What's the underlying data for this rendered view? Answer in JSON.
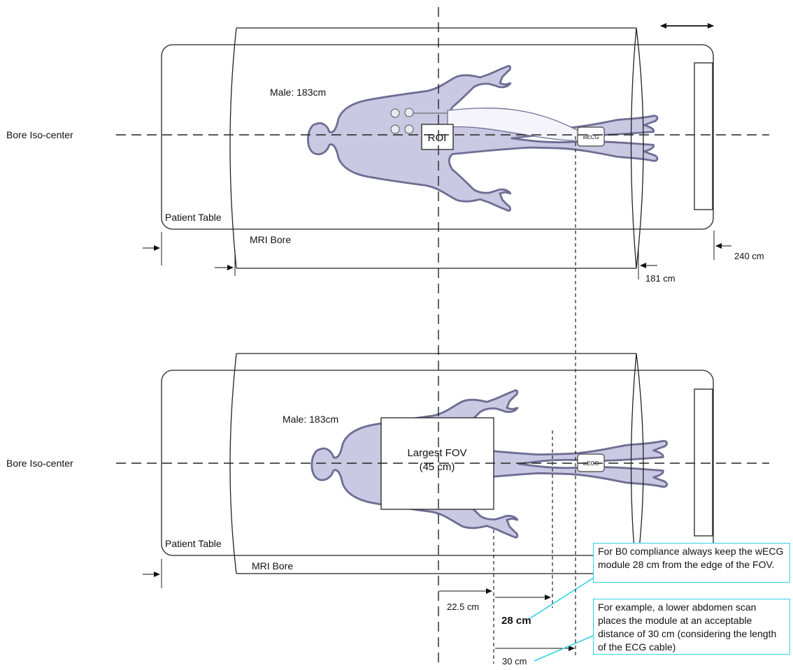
{
  "top_panel": {
    "iso_label": "Bore Iso-center",
    "table_label": "Patient Table",
    "bore_label": "MRI Bore",
    "height_label": "Male: 183cm",
    "roi_label": "ROI",
    "module_label": "wECG",
    "dim_table": "240 cm",
    "dim_bore": "181 cm"
  },
  "bottom_panel": {
    "iso_label": "Bore Iso-center",
    "table_label": "Patient Table",
    "bore_label": "MRI Bore",
    "height_label": "Male: 183cm",
    "fov_line1": "Largest FOV",
    "fov_line2": "(45 cm)",
    "module_label": "wECG",
    "dim_half_fov": "22.5 cm",
    "dim_keepout": "28 cm",
    "dim_example": "30 cm"
  },
  "notes": {
    "compliance": "For B0 compliance always keep the wECG module 28 cm from the edge of the FOV.",
    "example": "For example, a lower abdomen scan places the module at an acceptable distance of 30 cm (considering the length of the ECG cable)"
  },
  "colors": {
    "body_fill": "#c9c9e3",
    "body_stroke": "#6e6e94",
    "callout_border": "#2cd3e6"
  }
}
